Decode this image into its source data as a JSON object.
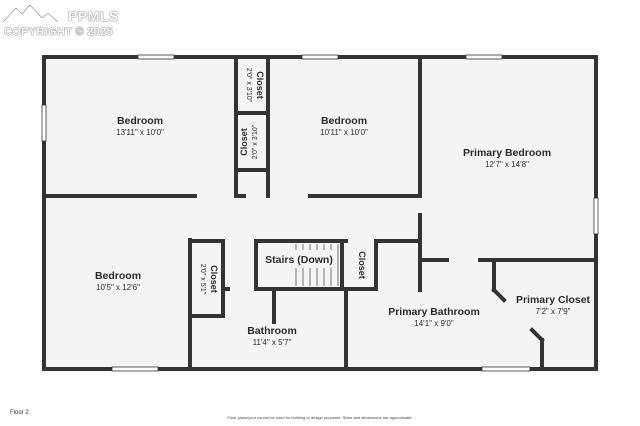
{
  "watermark": {
    "brand": "PPMLS",
    "copyright": "COPYRIGHT © 2025"
  },
  "rooms": {
    "bedroom_1": {
      "name": "Bedroom",
      "dims": "13'11\" x 10'0\""
    },
    "closet_1": {
      "name": "Closet",
      "dims": "2'0\" x 3'10\""
    },
    "closet_2": {
      "name": "Closet",
      "dims": "2'0\" x 3'10\""
    },
    "bedroom_2": {
      "name": "Bedroom",
      "dims": "10'11\" x 10'0\""
    },
    "primary_bedroom": {
      "name": "Primary Bedroom",
      "dims": "12'7\" x 14'8\""
    },
    "bedroom_3": {
      "name": "Bedroom",
      "dims": "10'5\" x 12'6\""
    },
    "closet_3": {
      "name": "Closet",
      "dims": "2'0\" x 5'1\""
    },
    "stairs": {
      "name": "Stairs (Down)"
    },
    "closet_4": {
      "name": "Closet"
    },
    "bathroom": {
      "name": "Bathroom",
      "dims": "11'4\" x 5'7\""
    },
    "primary_bathroom": {
      "name": "Primary Bathroom",
      "dims": "14'1\" x 9'0\""
    },
    "primary_closet": {
      "name": "Primary Closet",
      "dims": "7'2\" x 7'9\""
    }
  },
  "floor_label": "Floor 2",
  "disclaimer": "Floor plans/your cannot be used for building or design purposes. Sizes and dimensions are approximate.",
  "colors": {
    "wall": "#333333",
    "floor": "#f4f4f4",
    "background": "#ffffff"
  }
}
